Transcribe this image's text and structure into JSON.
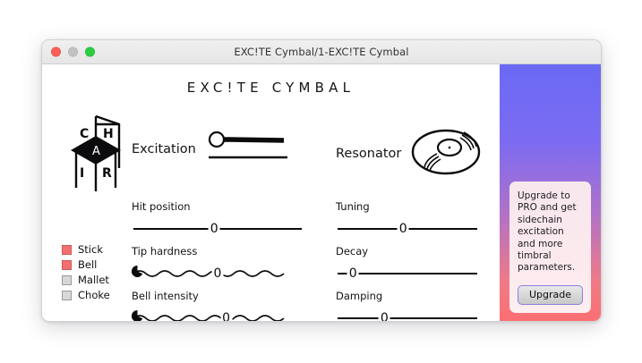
{
  "window": {
    "title": "EXC!TE Cymbal/1-EXC!TE Cymbal",
    "controls": {
      "close": "close-button",
      "minimize": "minimize-button",
      "maximize": "maximize-button"
    }
  },
  "plugin": {
    "title": "EXC!TE CYMBAL",
    "brand_logo_letters": [
      "C",
      "H",
      "A",
      "I",
      "R"
    ],
    "sections": [
      {
        "id": "excitation",
        "label": "Excitation",
        "icon": "drumstick-icon"
      },
      {
        "id": "resonator",
        "label": "Resonator",
        "icon": "cymbal-disc-icon"
      }
    ],
    "params": [
      {
        "id": "hit_position",
        "label": "Hit position",
        "value": "0",
        "position_pct": 48,
        "track": "straight",
        "endcap": false
      },
      {
        "id": "tip_hardness",
        "label": "Tip hardness",
        "value": "0",
        "position_pct": 50,
        "track": "wavy",
        "endcap": true
      },
      {
        "id": "bell_intensity",
        "label": "Bell intensity",
        "value": "0",
        "position_pct": 55,
        "track": "wavy",
        "endcap": true
      },
      {
        "id": "tuning",
        "label": "Tuning",
        "value": "0",
        "position_pct": 47,
        "track": "straight",
        "endcap": false
      },
      {
        "id": "decay",
        "label": "Decay",
        "value": "0",
        "position_pct": 12,
        "track": "straight",
        "endcap": false
      },
      {
        "id": "damping",
        "label": "Damping",
        "value": "0",
        "position_pct": 34,
        "track": "straight",
        "endcap": false
      }
    ],
    "modes": [
      {
        "label": "Stick",
        "checked": true
      },
      {
        "label": "Bell",
        "checked": true
      },
      {
        "label": "Mallet",
        "checked": false
      },
      {
        "label": "Choke",
        "checked": false
      }
    ]
  },
  "promo": {
    "text": "Upgrade to PRO and get sidechain excitation and more timbral parameters.",
    "button_label": "Upgrade",
    "gradient_top": "#6a6af5",
    "gradient_bottom": "#fb6f72",
    "card_color": "#fbe9ed"
  },
  "colors": {
    "active_checkbox": "#f4706f",
    "inactive_checkbox": "#d8d8d8",
    "ink": "#111115"
  }
}
